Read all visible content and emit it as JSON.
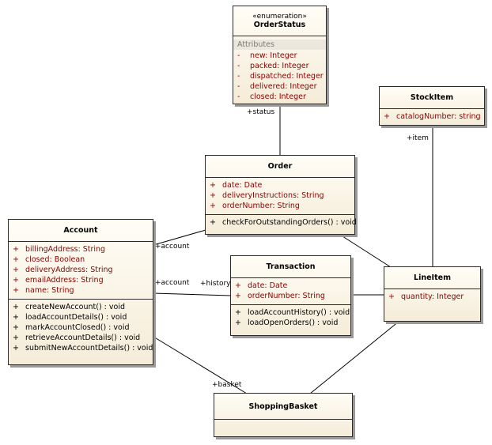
{
  "classes": {
    "order_status": {
      "stereotype": "«enumeration»",
      "name": "OrderStatus",
      "section_title": "Attributes",
      "attributes": [
        {
          "vis": "-",
          "text": "new:  Integer"
        },
        {
          "vis": "-",
          "text": "packed:  Integer"
        },
        {
          "vis": "-",
          "text": "dispatched:  Integer"
        },
        {
          "vis": "-",
          "text": "delivered:  Integer"
        },
        {
          "vis": "-",
          "text": "closed:  Integer"
        }
      ]
    },
    "stock_item": {
      "name": "StockItem",
      "attributes": [
        {
          "vis": "+",
          "text": "catalogNumber:  string"
        }
      ]
    },
    "order": {
      "name": "Order",
      "attributes": [
        {
          "vis": "+",
          "text": "date:  Date"
        },
        {
          "vis": "+",
          "text": "deliveryInstructions:  String"
        },
        {
          "vis": "+",
          "text": "orderNumber:  String"
        }
      ],
      "operations": [
        {
          "vis": "+",
          "text": "checkForOutstandingOrders() : void"
        }
      ]
    },
    "account": {
      "name": "Account",
      "attributes": [
        {
          "vis": "+",
          "text": "billingAddress:  String"
        },
        {
          "vis": "+",
          "text": "closed:  Boolean"
        },
        {
          "vis": "+",
          "text": "deliveryAddress:  String"
        },
        {
          "vis": "+",
          "text": "emailAddress:  String"
        },
        {
          "vis": "+",
          "text": "name:  String"
        }
      ],
      "operations": [
        {
          "vis": "+",
          "text": "createNewAccount() : void"
        },
        {
          "vis": "+",
          "text": "loadAccountDetails() : void"
        },
        {
          "vis": "+",
          "text": "markAccountClosed() : void"
        },
        {
          "vis": "+",
          "text": "retrieveAccountDetails() : void"
        },
        {
          "vis": "+",
          "text": "submitNewAccountDetails() : void"
        }
      ]
    },
    "transaction": {
      "name": "Transaction",
      "attributes": [
        {
          "vis": "+",
          "text": "date:  Date"
        },
        {
          "vis": "+",
          "text": "orderNumber:  String"
        }
      ],
      "operations": [
        {
          "vis": "+",
          "text": "loadAccountHistory() : void"
        },
        {
          "vis": "+",
          "text": "loadOpenOrders() : void"
        }
      ]
    },
    "line_item": {
      "name": "LineItem",
      "attributes": [
        {
          "vis": "+",
          "text": "quantity:  Integer"
        }
      ]
    },
    "shopping_basket": {
      "name": "ShoppingBasket"
    }
  },
  "roles": {
    "status": "+status",
    "item": "+item",
    "account_order": "+account",
    "account_transaction": "+account",
    "history": "+history",
    "basket": "+basket"
  },
  "colors": {
    "attribute_text": "#8b0000",
    "class_fill_top": "#fffdf6",
    "class_fill_bottom": "#f5ecd8",
    "line": "#000000"
  }
}
